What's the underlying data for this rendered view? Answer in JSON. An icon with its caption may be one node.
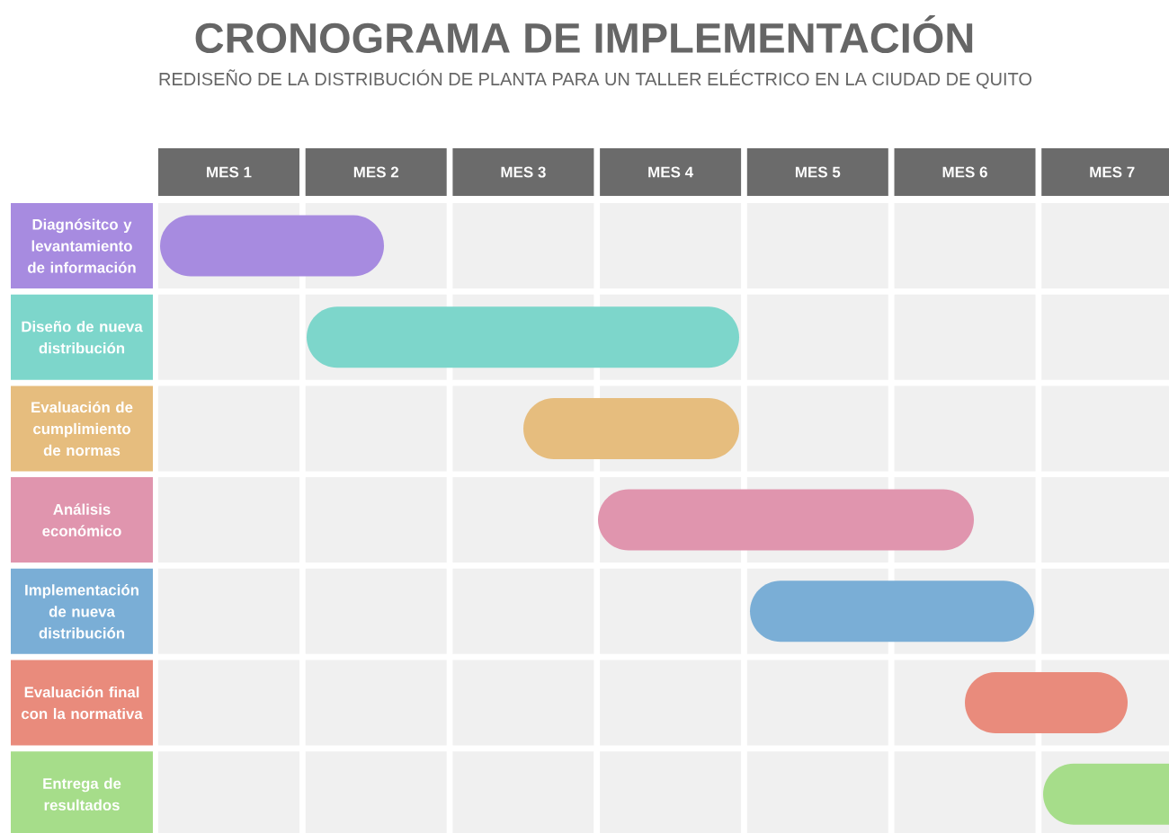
{
  "diagram": {
    "title": "CRONOGRAMA DE IMPLEMENTACIÓN",
    "nodes": [
      {
        "text": [
          "Diagnósitco y levantamiento de información"
        ]
      },
      {
        "text": [
          "Diseño de nueva distribución"
        ]
      },
      {
        "text": [
          "Evaluación de cumplimiento de normas"
        ]
      },
      {
        "text": [
          "Análisis económico"
        ]
      },
      {
        "text": [
          "Implementación de nueva distribución"
        ]
      },
      {
        "text": [
          "Evaluación final con la normativa"
        ]
      },
      {
        "text": [
          "Entrega de resultados"
        ]
      },
      {
        "text": [],
        "shape": "bar"
      },
      {
        "text": [],
        "shape": "bar"
      },
      {
        "text": [],
        "shape": "bar"
      },
      {
        "text": [],
        "shape": "bar"
      },
      {
        "text": [],
        "shape": "bar"
      },
      {
        "text": [],
        "shape": "bar"
      },
      {
        "text": [],
        "shape": "bar"
      }
    ],
    "labels": [
      "REDISEÑO DE LA DISTRIBUCIÓN DE PLANTA PARA UN TALLER ELÉCTRICO EN LA CIUDAD DE QUITO",
      "MES 1",
      "MES 2",
      "MES 3",
      "MES 4",
      "MES 5",
      "MES 6",
      "MES 7"
    ]
  }
}
